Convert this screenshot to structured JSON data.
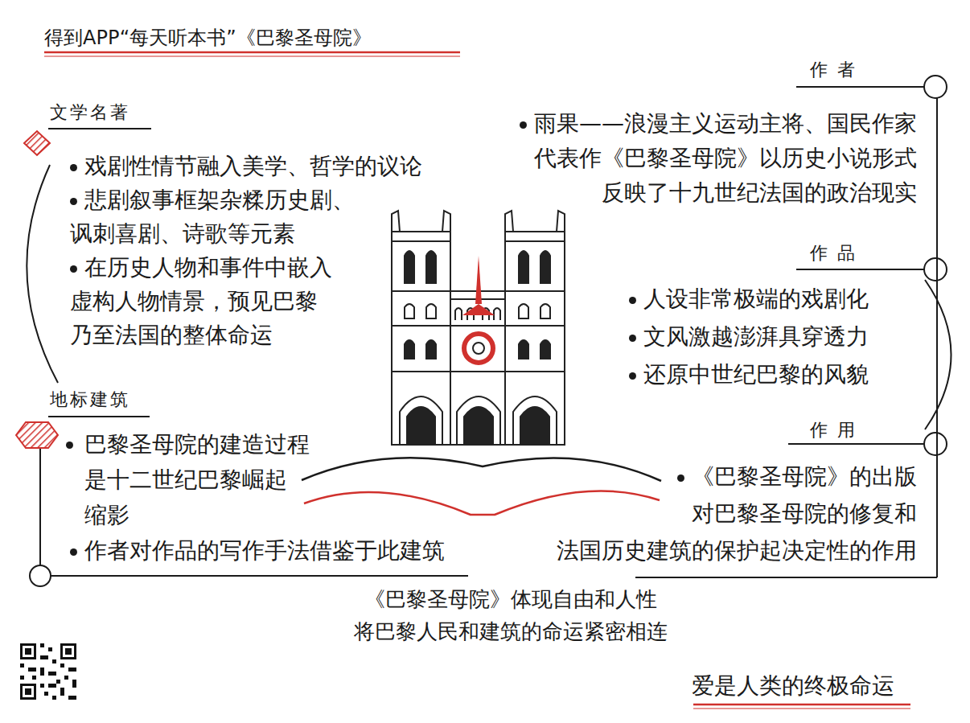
{
  "diagram": {
    "title": "得到APP“每天听本书”《巴黎圣母院》",
    "nodes": [
      {
        "text": [
          "作者",
          "雨果——浪漫主义运动主将、国民作家 代表作《巴黎圣母院》以历史小说形式 反映了十九世纪法国的政治现实"
        ]
      },
      {
        "text": [
          "作品",
          "人设非常极端的戏剧化",
          "文风激越澎湃具穿透力",
          "还原中世纪巴黎的风貌"
        ]
      },
      {
        "text": [
          "作用",
          "《巴黎圣母院》的出版 对巴黎圣母院的修复和 法国历史建筑的保护起决定性的作用"
        ]
      },
      {
        "text": [
          "文学名著",
          "戏剧性情节融入美学、哲学的议论",
          "悲剧叙事框架杂糅历史剧、 讽刺喜剧、诗歌等元素",
          "在历史人物和事件中嵌入 虚构人物情景，预见巴黎 乃至法国的整体命运"
        ]
      },
      {
        "text": [
          "地标建筑",
          "巴黎圣母院的建造过程 是十二世纪巴黎崛起 缩影",
          "作者对作品的写作手法借鉴于此建筑"
        ]
      }
    ],
    "edges": [
      {
        "from": 3,
        "to": 4,
        "arrow": "none"
      },
      {
        "from": 1,
        "to": 2,
        "arrow": "none"
      }
    ],
    "labels": [
      "《巴黎圣母院》体现自由和人性 将巴黎人民和建筑的命运紧密相连",
      "爱是人类的终极命运"
    ]
  }
}
